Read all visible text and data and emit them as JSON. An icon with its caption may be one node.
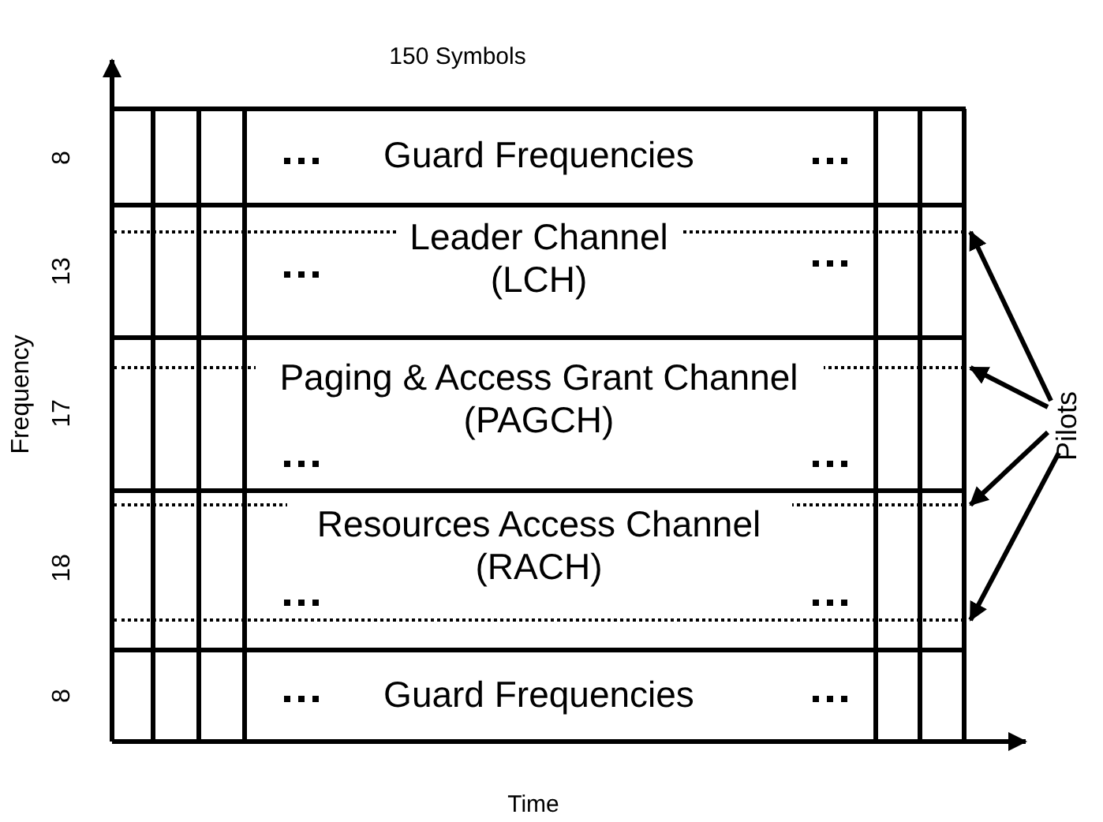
{
  "diagram": {
    "nodes": [
      {
        "text": [
          "Guard Frequencies"
        ]
      },
      {
        "text": [
          "Leader Channel (LCH)"
        ]
      },
      {
        "text": [
          "Paging & Access Grant Channel (PAGCH)"
        ]
      },
      {
        "text": [
          "Resources Access Channel (RACH)"
        ]
      },
      {
        "text": [
          "Guard Frequencies"
        ]
      },
      {
        "text": [
          "Pilots"
        ]
      },
      {
        "text": [],
        "shape": "line"
      },
      {
        "text": [],
        "shape": "line"
      },
      {
        "text": [],
        "shape": "line"
      },
      {
        "text": [],
        "shape": "line"
      }
    ],
    "edges": [
      {
        "from": 5,
        "to": 6,
        "arrow": "to"
      },
      {
        "from": 5,
        "to": 7,
        "arrow": "to"
      },
      {
        "from": 5,
        "to": 8,
        "arrow": "to"
      },
      {
        "from": 5,
        "to": 9,
        "arrow": "to"
      }
    ],
    "labels": [
      "150 Symbols",
      "8",
      "13",
      "Frequency",
      "17",
      "18",
      "8",
      "Time"
    ]
  }
}
